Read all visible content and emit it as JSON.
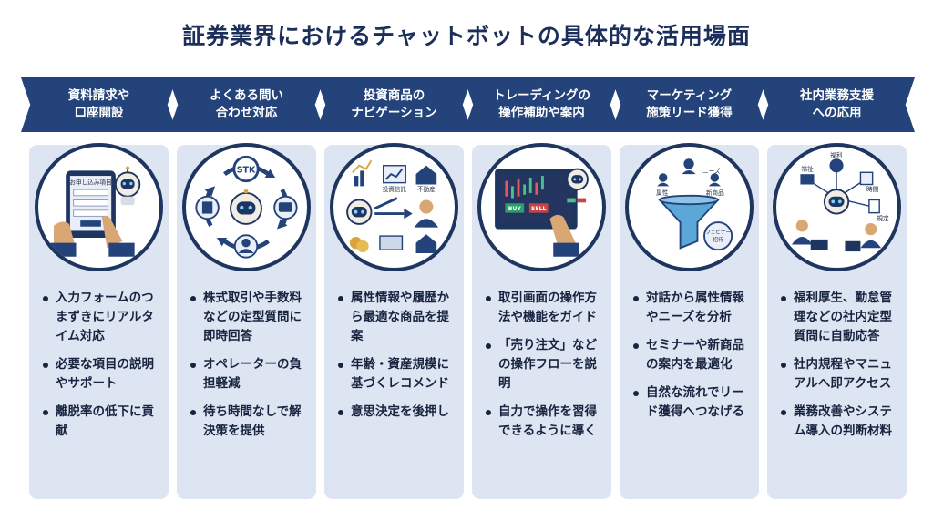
{
  "title": "証券業界におけるチャットボットの具体的な活用場面",
  "columns": [
    {
      "header": "資料請求や\n口座開設",
      "icon": "tablet-form-icon",
      "icon_text": [
        "お申し込み項目"
      ],
      "bullets": [
        "入力フォームのつまずきにリアルタイム対応",
        "必要な項目の説明やサポート",
        "離脱率の低下に貢献"
      ]
    },
    {
      "header": "よくある問い\n合わせ対応",
      "icon": "faq-cycle-icon",
      "icon_text": [
        "STK"
      ],
      "bullets": [
        "株式取引や手数料などの定型質問に即時回答",
        "オペレーターの負担軽減",
        "待ち時間なしで解決策を提供"
      ]
    },
    {
      "header": "投資商品の\nナビゲーション",
      "icon": "product-navigation-icon",
      "icon_text": [
        "投資信託",
        "不動産"
      ],
      "bullets": [
        "属性情報や履歴から最適な商品を提案",
        "年齢・資産規模に基づくレコメンド",
        "意思決定を後押し"
      ]
    },
    {
      "header": "トレーディングの\n操作補助や案内",
      "icon": "trading-screen-icon",
      "icon_text": [
        "BUY",
        "SELL"
      ],
      "bullets": [
        "取引画面の操作方法や機能をガイド",
        "「売り注文」などの操作フローを説明",
        "自力で操作を習得できるように導く"
      ]
    },
    {
      "header": "マーケティング\n施策リード獲得",
      "icon": "lead-funnel-icon",
      "icon_text": [
        "ニーズ",
        "属性",
        "新商品",
        "ウェビナー",
        "招待"
      ],
      "bullets": [
        "対話から属性情報やニーズを分析",
        "セミナーや新商品の案内を最適化",
        "自然な流れでリード獲得へつなげる"
      ]
    },
    {
      "header": "社内業務支援\nへの応用",
      "icon": "internal-support-icon",
      "icon_text": [
        "福利",
        "福祉",
        "時間",
        "規定"
      ],
      "bullets": [
        "福利厚生、勤怠管理などの社内定型質問に自動応答",
        "社内規程やマニュアルへ即アクセス",
        "業務改善やシステム導入の判断材料"
      ]
    }
  ],
  "colors": {
    "navy": "#23437a",
    "card": "#dde4f2",
    "circle_border": "#1e3560",
    "title": "#1b2f5a"
  }
}
